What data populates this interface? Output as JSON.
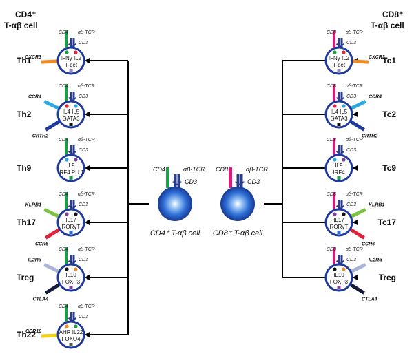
{
  "headers": {
    "left": [
      "CD4⁺",
      "T-αβ cell"
    ],
    "right": [
      "CD8⁺",
      "T-αβ cell"
    ]
  },
  "left_cells": [
    {
      "name": "Th1",
      "coreceptor": "CD4",
      "receptor": "CXCR3",
      "receptor2": "",
      "row1": "IFNγ IL2",
      "row2": "T-bet"
    },
    {
      "name": "Th2",
      "coreceptor": "CD4",
      "receptor": "CCR4",
      "receptor2": "CRTH2",
      "row1": "IL4  IL5",
      "row2": "GATA3"
    },
    {
      "name": "Th9",
      "coreceptor": "CD4",
      "receptor": "",
      "receptor2": "",
      "row1": "IL9",
      "row2": "IRF4 PU.1"
    },
    {
      "name": "Th17",
      "coreceptor": "CD4",
      "receptor": "KLRB1",
      "receptor2": "CCR6",
      "row1": "IL17",
      "row2": "RORγT"
    },
    {
      "name": "Treg",
      "coreceptor": "CD4",
      "receptor": "IL2Rα",
      "receptor2": "CTLA4",
      "row1": "IL10",
      "row2": "FOXP3"
    },
    {
      "name": "Th22",
      "coreceptor": "CD4",
      "receptor": "CCR10",
      "receptor2": "",
      "row1": "AHR IL22",
      "row2": "FOXO4"
    }
  ],
  "right_cells": [
    {
      "name": "Tc1",
      "coreceptor": "CD8",
      "receptor": "CXCR3",
      "receptor2": "",
      "row1": "IFNγ IL2",
      "row2": "T-bet"
    },
    {
      "name": "Tc2",
      "coreceptor": "CD8",
      "receptor": "CCR4",
      "receptor2": "CRTH2",
      "row1": "IL4  IL5",
      "row2": "GATA3"
    },
    {
      "name": "Tc9",
      "coreceptor": "CD8",
      "receptor": "",
      "receptor2": "",
      "row1": "IL9",
      "row2": "IRF4"
    },
    {
      "name": "Tc17",
      "coreceptor": "CD8",
      "receptor": "KLRB1",
      "receptor2": "CCR6",
      "row1": "IL17",
      "row2": "RORγT"
    },
    {
      "name": "Treg",
      "coreceptor": "CD8",
      "receptor": "IL2Rα",
      "receptor2": "CTLA4",
      "row1": "IL10",
      "row2": "FOXP3"
    }
  ],
  "markers": {
    "tcr": "αβ-TCR",
    "cd3": "CD3"
  },
  "big_cells": [
    {
      "coreceptor": "CD4",
      "label": "CD4⁺ T-αβ cell"
    },
    {
      "coreceptor": "CD8",
      "label": "CD8⁺ T-αβ cell"
    }
  ],
  "colors": {
    "membrane": "#1f3a9a",
    "cd4": "#1e9a4a",
    "cd8": "#d81b7a",
    "tcr": "#2a3c8c",
    "CXCR3": "#f08a24",
    "CCR4": "#2aa8e0",
    "CRTH2": "#1f3a9a",
    "KLRB1": "#7cc242",
    "CCR6": "#e0223a",
    "IL2Rα": "#a8b4d8",
    "CTLA4": "#141c3a",
    "CCR10": "#f2d21a"
  }
}
